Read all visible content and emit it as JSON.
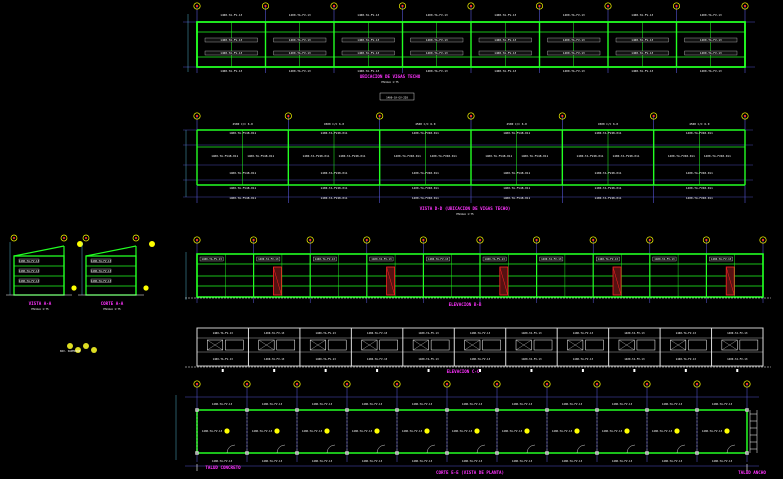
{
  "drawing": {
    "colors": {
      "background": "#000000",
      "structure": "#22ff22",
      "gridline": "#6666ff",
      "annotation": "#ffffff",
      "title": "#ff33ff",
      "marker": "#ffff00",
      "door": "#ff2222",
      "dimension": "#66ddff"
    },
    "views": {
      "top_plan": {
        "title": "UBICACION DE VIGAS TECHO",
        "scale": "ESCALA 1:75",
        "ref": "1400-CA-GV-220",
        "bays": 8
      },
      "vista_d": {
        "title": "VISTA D-D (UBICACION DE VIGAS TECHO)",
        "scale": "ESCALA 1:75",
        "spacing_label": "4500 C/C 6.0",
        "bays": 6
      },
      "side_view_left": {
        "title": "VISTA A-A",
        "scale": "ESCALA 1:75"
      },
      "side_view_right": {
        "title": "CORTE A-A",
        "scale": "ESCALA 1:75"
      },
      "elevation_b": {
        "title": "ELEVACION B-B",
        "bays": 10
      },
      "elevation_c": {
        "title": "ELEVACION C-C",
        "bays": 11
      },
      "floor_plan": {
        "title": "CORTE E-E (VISTA DE PLANTA)",
        "left_note": "TALUD CONCRETO",
        "right_note": "TALUD ANCHO",
        "bays": 11
      }
    },
    "annotations": {
      "beam_tag": "1400-TA-FV48-011",
      "short_tag": "1400-TA-FV-13",
      "level_tag": "NIV. SUPERIOR"
    }
  }
}
